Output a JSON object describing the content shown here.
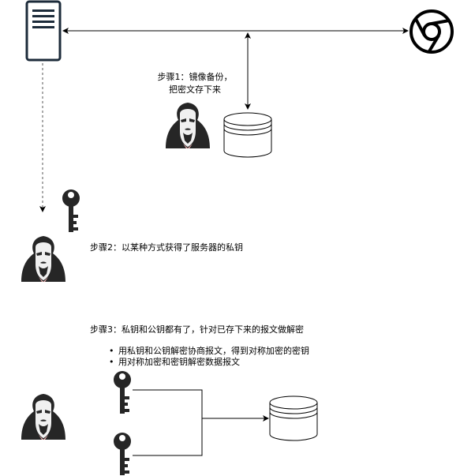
{
  "step1": {
    "line1": "步骤1：镜像备份，",
    "line2": "把密文存下来"
  },
  "step2": {
    "text": "步骤2：以某种方式获得了服务器的私钥"
  },
  "step3": {
    "title": "步骤3：私钥和公钥都有了，针对已存下来的报文做解密",
    "bullets": [
      "用私钥和公钥解密协商报文，得到对称加密的密钥",
      "用对称加密和密钥解密数据报文"
    ]
  },
  "icons": {
    "server": "server-icon",
    "browser": "chrome-browser-icon",
    "hacker": "anonymous-hacker-icon",
    "database": "database-icon",
    "key": "key-icon"
  },
  "colors": {
    "stroke": "#000000",
    "dark": "#262626",
    "skin": "#f0f0f0",
    "mouth": "#f4b3b3"
  }
}
